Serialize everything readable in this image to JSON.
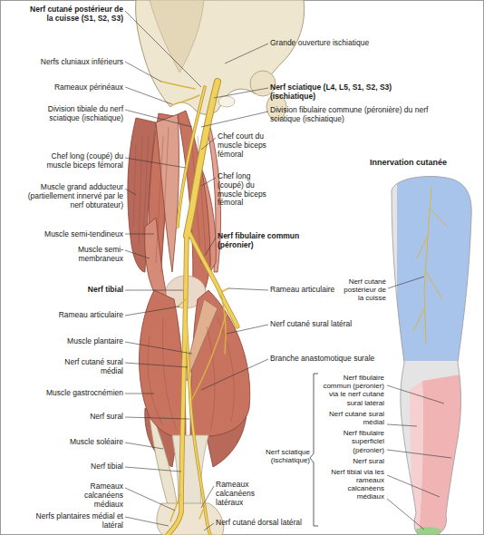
{
  "diagram": {
    "labels": [
      "Nerf cutané postérieur de la cuisse (S1, S2, S3)",
      "Nerfs cluniaux inférieurs",
      "Rameaux périnéaux",
      "Division tibiale du nerf sciatique (ischiatique)",
      "Chef long (coupé) du muscle biceps fémoral",
      "Muscle grand adducteur (partiellement innervé par le nerf obturateur)",
      "Muscle semi-tendineux",
      "Muscle semi-membraneux",
      "Nerf tibial",
      "Rameau articulaire",
      "Muscle plantaire",
      "Nerf cutané sural médial",
      "Muscle gastrocnémien",
      "Nerf sural",
      "Muscle soléaire",
      "Nerf tibial",
      "Rameaux calcanéens médiaux",
      "Nerfs plantaires médial et latéral",
      "Grande ouverture ischiatique",
      "Nerf sciatique (L4, L5, S1, S2, S3) (ischiatique)",
      "Division fibulaire commune (péronière) du nerf sciatique (ischiatique)",
      "Chef court du muscle biceps fémoral",
      "Chef long (coupé) du muscle biceps fémoral",
      "Nerf fibulaire commun (péronier)",
      "Rameau articulaire",
      "Nerf cutané sural latéral",
      "Branche anastomotique surale",
      "Rameaux calcanéens latéraux",
      "Nerf cutané dorsal latéral",
      "Innervation cutanée",
      "Nerf cutané postérieur de la cuisse",
      "Nerf sciatique (ischiatique)",
      "Nerf fibulaire commun (péronier) via le nerf cutané sural latéral",
      "Nerf cutané sural médial",
      "Nerf fibulaire superficiel (péronier)",
      "Nerf sural",
      "Nerf tibial via les rameaux calcanéens médiaux"
    ]
  }
}
